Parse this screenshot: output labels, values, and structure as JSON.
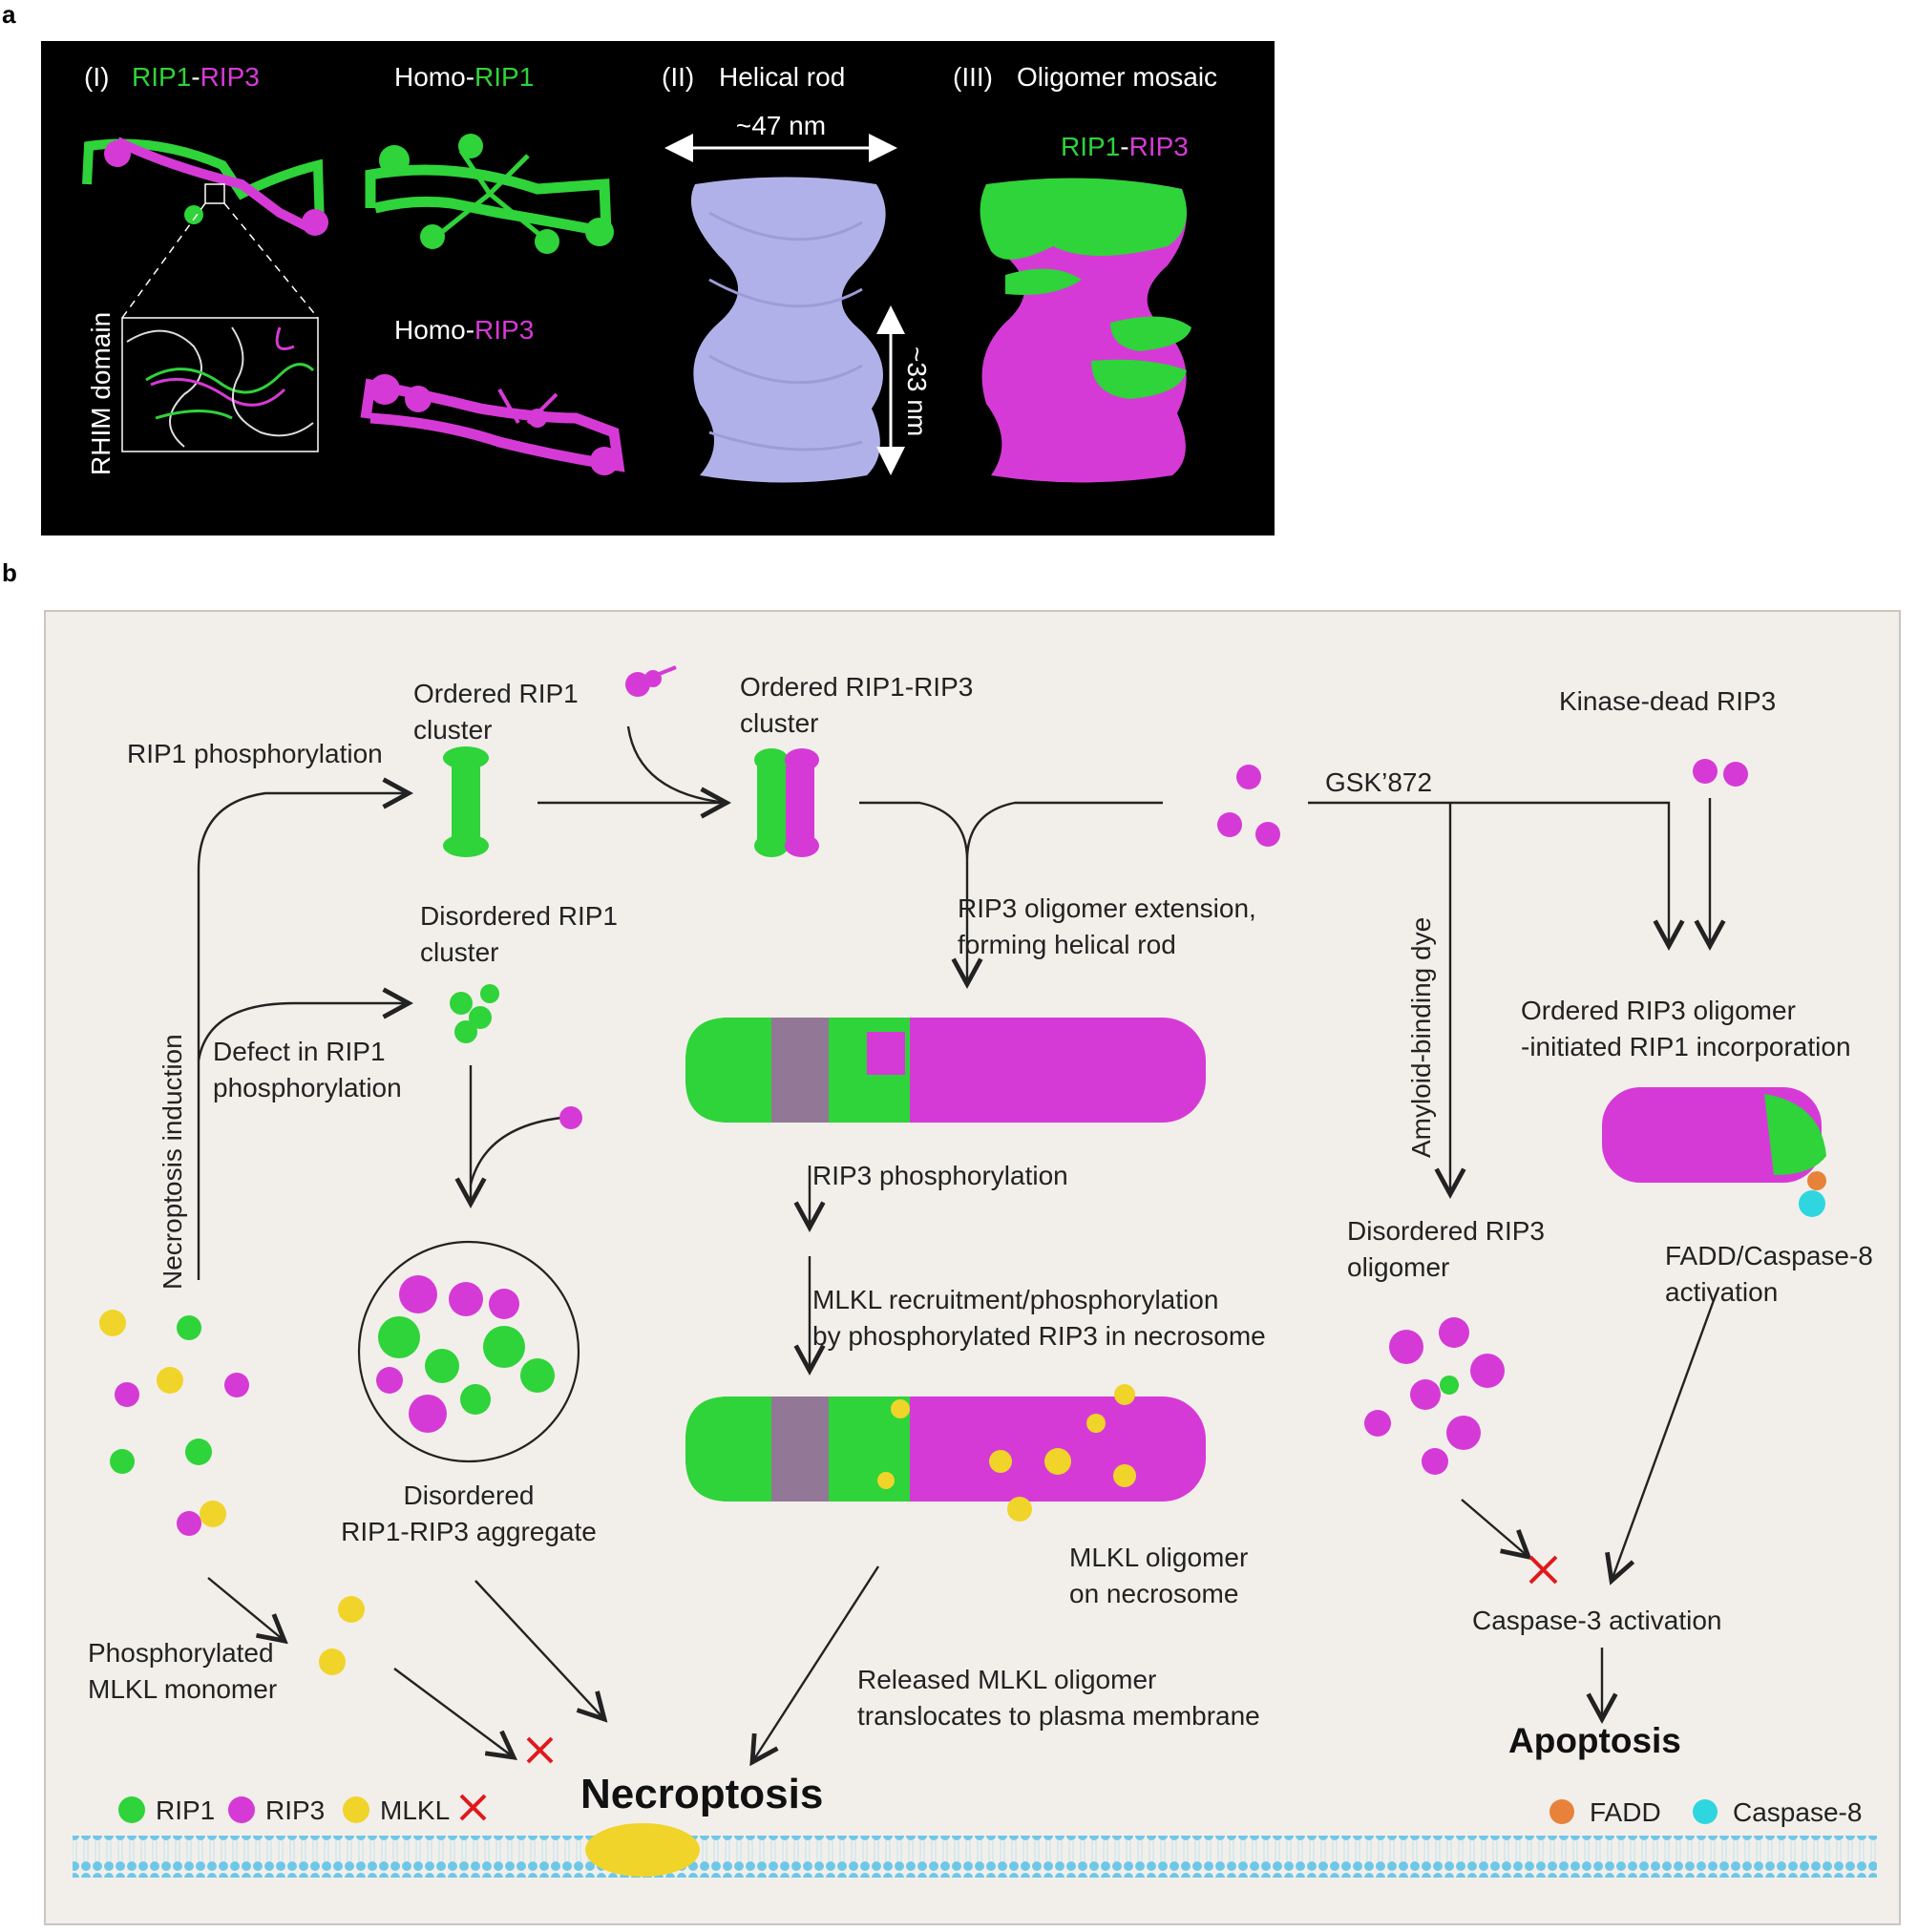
{
  "colors": {
    "rip1": "#2fd33a",
    "rip3": "#d63ad6",
    "mlkl": "#f0d42a",
    "fadd": "#e8823a",
    "caspase8": "#2fd6e0",
    "rod": "#b1b1ea",
    "inhibit": "#e0191d"
  },
  "panel_a": {
    "letter": "a",
    "sec1_num": "(I)",
    "rip1": "RIP1",
    "dash": "-",
    "rip3": "RIP3",
    "homo": "Homo-",
    "rhim": "RHIM domain",
    "sec2": "(II)",
    "helical": "Helical rod",
    "width": "~47 nm",
    "height": "~33 nm",
    "sec3": "(III)",
    "mosaic": "Oligomer mosaic"
  },
  "panel_b": {
    "letter": "b",
    "rip1_phos": "RIP1 phosphorylation",
    "ordered_rip1": [
      "Ordered RIP1",
      "cluster"
    ],
    "ordered_rip13": [
      "Ordered RIP1-RIP3",
      "cluster"
    ],
    "gsk": "GSK’872",
    "kinase_dead": "Kinase-dead RIP3",
    "disordered_rip1": [
      "Disordered RIP1",
      "cluster"
    ],
    "defect": [
      "Defect in RIP1",
      "phosphorylation"
    ],
    "necroptosis_induction": "Necroptosis induction",
    "rip3_ext": [
      "RIP3 oligomer extension,",
      "forming helical rod"
    ],
    "amyloid": "Amyloid-binding dye",
    "ordered_rip3": [
      "Ordered RIP3 oligomer",
      "-initiated RIP1 incorporation"
    ],
    "rip3_phos": "RIP3 phosphorylation",
    "disordered_rip3": [
      "Disordered RIP3",
      "oligomer"
    ],
    "fadd_act": [
      "FADD/Caspase-8",
      "activation"
    ],
    "mlkl_recruit": [
      "MLKL recruitment/phosphorylation",
      "by phosphorylated RIP3 in necrosome"
    ],
    "disordered_agg": [
      "Disordered",
      "RIP1-RIP3 aggregate"
    ],
    "mlkl_oligomer": [
      "MLKL oligomer",
      "on necrosome"
    ],
    "caspase3": "Caspase-3 activation",
    "phos_mlkl": [
      "Phosphorylated",
      "MLKL monomer"
    ],
    "released": [
      "Released MLKL oligomer",
      "translocates to plasma membrane"
    ],
    "apoptosis": "Apoptosis",
    "necroptosis": "Necroptosis",
    "legend": {
      "rip1": "RIP1",
      "rip3": "RIP3",
      "mlkl": "MLKL",
      "fadd": "FADD",
      "caspase8": "Caspase-8"
    }
  }
}
